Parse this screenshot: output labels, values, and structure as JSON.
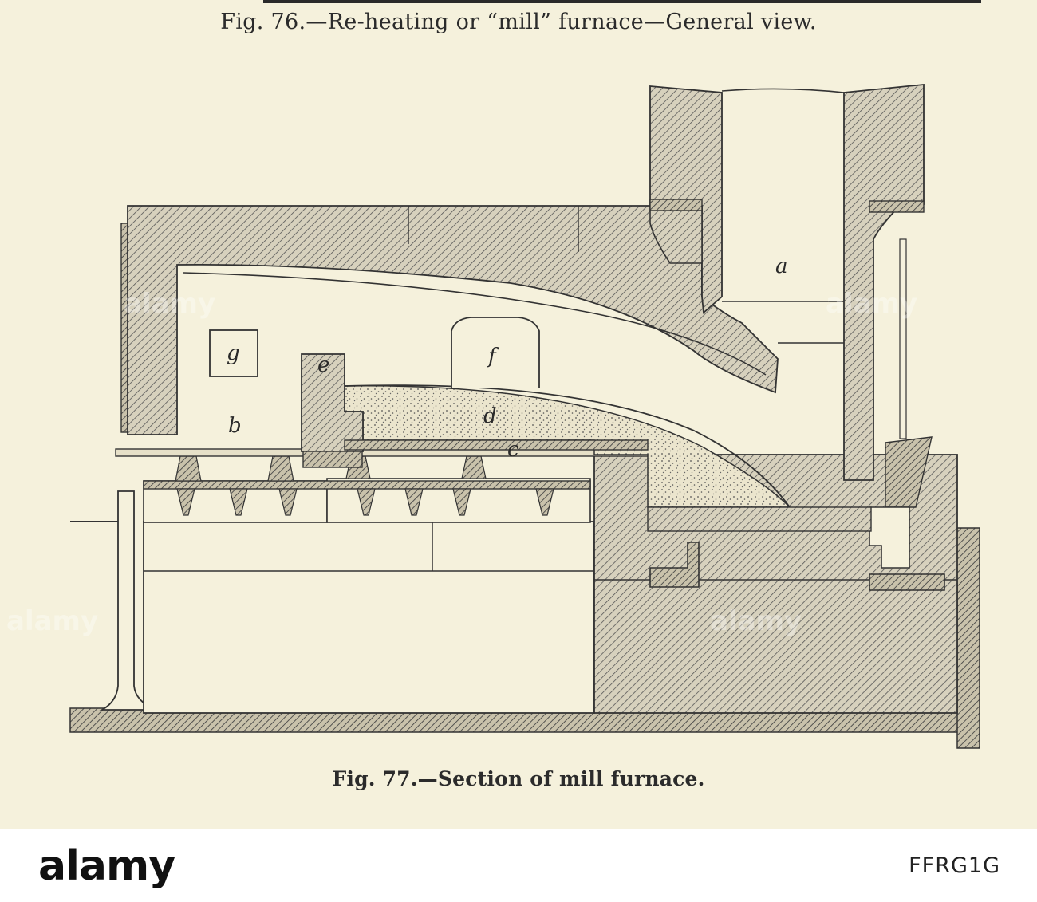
{
  "captions": {
    "fig76": "Fig. 76.—Re-heating or “mill” furnace—General view.",
    "fig77": "Fig. 77.—Section of mill furnace."
  },
  "labels": {
    "a": "a",
    "b": "b",
    "c": "c",
    "d": "d",
    "e": "e",
    "f": "f",
    "g": "g"
  },
  "watermark": {
    "text": "alamy"
  },
  "footer": {
    "logo": "alamy",
    "image_id": "FFRG1G"
  },
  "colors": {
    "paper": "#f5f1dc",
    "ink": "#2a2a2a",
    "footer_bg": "#ffffff"
  }
}
